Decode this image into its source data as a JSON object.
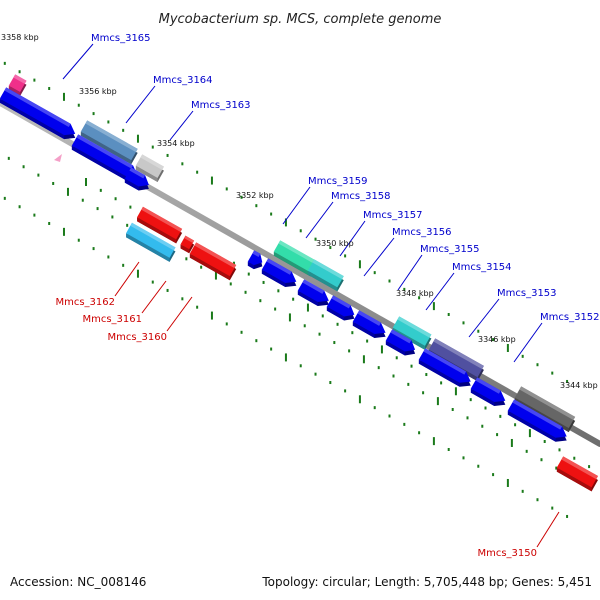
{
  "title": "Mycobacterium sp. MCS, complete genome",
  "footer": {
    "accession": "Accession: NC_008146",
    "summary": "Topology: circular; Length: 5,705,448 bp; Genes: 5,451"
  },
  "colors": {
    "axis": "#8c8c8c",
    "tick": "#1a7a1a",
    "forward_label": "#0000cc",
    "reverse_label": "#cc0000",
    "cds": "#0000ee"
  },
  "kbp_labels": [
    "3358 kbp",
    "3356 kbp",
    "3354 kbp",
    "3352 kbp",
    "3350 kbp",
    "3348 kbp",
    "3346 kbp",
    "3344 kbp"
  ],
  "forward_genes": [
    {
      "name": "Mmcs_3165",
      "color": "#f0308a"
    },
    {
      "name": "Mmcs_3164",
      "color": "#5b8fc0"
    },
    {
      "name": "Mmcs_3163",
      "color": "#c8c8c8"
    },
    {
      "name": "Mmcs_3159",
      "color": "#33ddaa"
    },
    {
      "name": "Mmcs_3158",
      "color": "#33cccc"
    },
    {
      "name": "Mmcs_3157",
      "color": "#33cccc"
    },
    {
      "name": "Mmcs_3156",
      "color": "#5050a0"
    },
    {
      "name": "Mmcs_3155",
      "color": "#5050a0"
    },
    {
      "name": "Mmcs_3154",
      "color": "#f08080"
    },
    {
      "name": "Mmcs_3153",
      "color": "#f08080"
    },
    {
      "name": "Mmcs_3152",
      "color": "#666666"
    }
  ],
  "reverse_genes": [
    {
      "name": "Mmcs_3162",
      "color": "#33bbee"
    },
    {
      "name": "Mmcs_3161",
      "color": "#ee1111"
    },
    {
      "name": "Mmcs_3160",
      "color": "#ee1111"
    },
    {
      "name": "Mmcs_3150",
      "color": "#ee1111"
    }
  ]
}
